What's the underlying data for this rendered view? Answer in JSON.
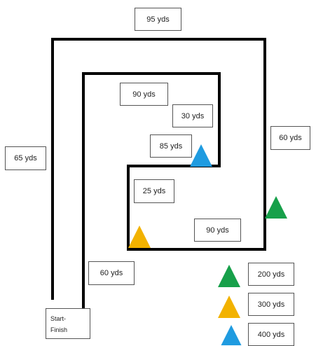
{
  "course": {
    "line_color": "#000000",
    "segments": [
      {
        "id": "seg-top",
        "label": "95 yds"
      },
      {
        "id": "seg-left-outer",
        "label": "65 yds"
      },
      {
        "id": "seg-right-outer",
        "label": "60 yds"
      },
      {
        "id": "seg-inner-top",
        "label": "90 yds"
      },
      {
        "id": "seg-inner-right-upper",
        "label": "30 yds"
      },
      {
        "id": "seg-inner-mid",
        "label": "85 yds"
      },
      {
        "id": "seg-inner-left-lower",
        "label": "25 yds"
      },
      {
        "id": "seg-bottom",
        "label": "90 yds"
      },
      {
        "id": "seg-left-inner",
        "label": "60 yds"
      }
    ],
    "start_finish": "Start-\nFinish"
  },
  "markers": [
    {
      "id": "blue",
      "color": "#1f9be0"
    },
    {
      "id": "yellow",
      "color": "#f2b200"
    },
    {
      "id": "green",
      "color": "#17a04a"
    }
  ],
  "legend": [
    {
      "color": "#17a04a",
      "label": "200 yds"
    },
    {
      "color": "#f2b200",
      "label": "300 yds"
    },
    {
      "color": "#1f9be0",
      "label": "400 yds"
    }
  ]
}
